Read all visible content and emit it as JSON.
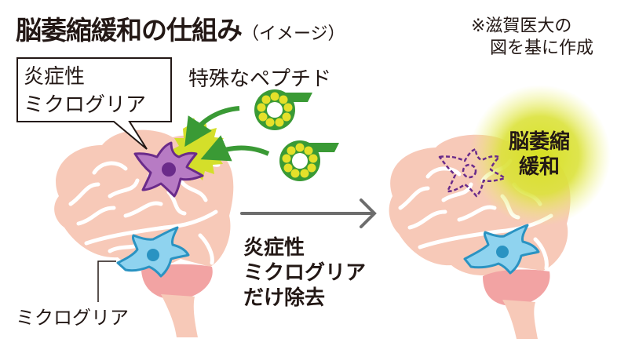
{
  "title": {
    "main": "脳萎縮緩和の仕組み",
    "sub": "（イメージ）"
  },
  "source_note": {
    "line1": "※滋賀医大の",
    "line2": "図を基に作成"
  },
  "left_panel": {
    "callout": {
      "line1": "炎症性",
      "line2": "ミクログリア"
    },
    "peptide_label": "特殊なペプチド",
    "microglia_label": "ミクログリア"
  },
  "transition": {
    "line1": "炎症性",
    "line2": "ミクログリア",
    "line3": "だけ除去"
  },
  "right_panel": {
    "effect": {
      "line1": "脳萎縮",
      "line2": "緩和"
    }
  },
  "colors": {
    "brain": "#f7c9b8",
    "brain_folds": "#ffffff",
    "cerebellum": "#f2a3a3",
    "inflammatory_microglia": "#b77bc4",
    "inflammatory_microglia_outline": "#6a2b8a",
    "microglia": "#8fd3ef",
    "microglia_outline": "#2a93c2",
    "peptide_ring": "#3a9a35",
    "peptide_bead": "#e4e02a",
    "burst": "#d4df2a",
    "arrow_green": "#3a9a35",
    "arrow_gray": "#6d6d6d",
    "glow": "#d7e022"
  }
}
